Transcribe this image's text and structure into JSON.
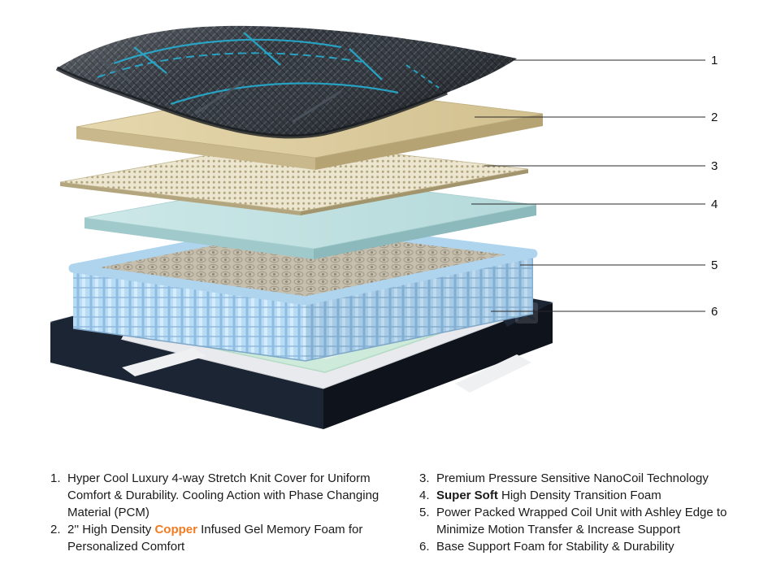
{
  "diagram": {
    "callouts": [
      "1",
      "2",
      "3",
      "4",
      "5",
      "6"
    ],
    "layer_names": {
      "layer1": "knit-cover",
      "layer2": "gel-memory-foam",
      "layer3": "nanocoil-mesh",
      "layer4": "transition-foam",
      "layer5": "wrapped-coil-unit",
      "layer6": "base-support-foam"
    }
  },
  "legend": {
    "left": [
      {
        "num": "1.",
        "text": "Hyper Cool Luxury 4-way Stretch Knit Cover for Uniform Comfort & Durability. Cooling Action with Phase Changing Material (PCM)"
      },
      {
        "num": "2.",
        "pre": "2'' High Density ",
        "highlight": "Copper",
        "post": " Infused Gel Memory Foam for Personalized Comfort"
      }
    ],
    "right": [
      {
        "num": "3.",
        "text": "Premium Pressure Sensitive NanoCoil Technology"
      },
      {
        "num": "4.",
        "bold": "Super Soft",
        "rest": " High Density Transition Foam"
      },
      {
        "num": "5.",
        "text": "Power Packed Wrapped Coil Unit with Ashley Edge to Minimize Motion Transfer & Increase Support"
      },
      {
        "num": "6.",
        "text": "Base Support Foam for Stability & Durability"
      }
    ]
  },
  "colors": {
    "highlight_orange": "#F47B20",
    "accent_teal": "#25B3D8",
    "cover_dark": "#33383F",
    "foam_tan": "#DDCDA0",
    "mesh_tan": "#ECE5CF",
    "foam_blue": "#C5E3E3",
    "coil_blue": "#B7DCF6",
    "base_mint": "#CDEADA",
    "base_navy": "#1C2534"
  }
}
